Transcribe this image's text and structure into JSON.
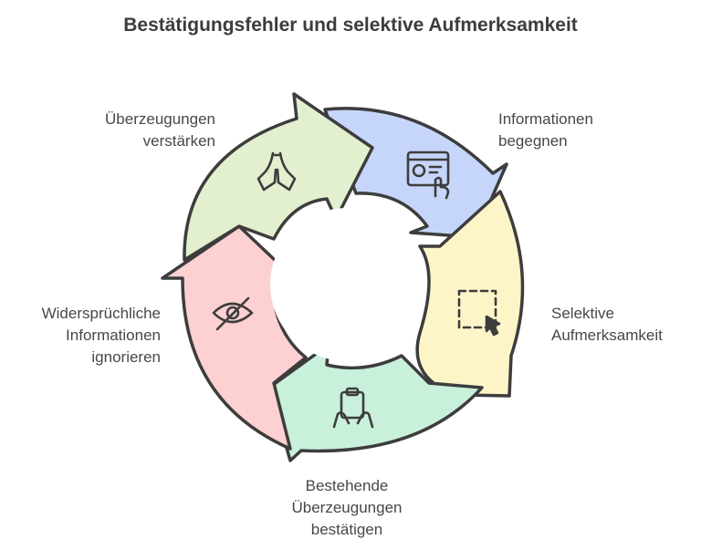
{
  "title": "Bestätigungsfehler und selektive Aufmerksamkeit",
  "steps": [
    {
      "lines": [
        "Informationen",
        "begegnen"
      ],
      "icon": "browser-click-icon",
      "color": "#c6d6fb"
    },
    {
      "lines": [
        "Selektive",
        "Aufmerksamkeit"
      ],
      "icon": "selection-cursor-icon",
      "color": "#fdf5c8"
    },
    {
      "lines": [
        "Bestehende",
        "Überzeugungen",
        "bestätigen"
      ],
      "icon": "hands-clipboard-icon",
      "color": "#c9f0db"
    },
    {
      "lines": [
        "Widersprüchliche",
        "Informationen",
        "ignorieren"
      ],
      "icon": "eye-crossed-icon",
      "color": "#fdd1d1"
    },
    {
      "lines": [
        "Überzeugungen",
        "verstärken"
      ],
      "icon": "praying-hands-icon",
      "color": "#e3f0cf"
    }
  ]
}
